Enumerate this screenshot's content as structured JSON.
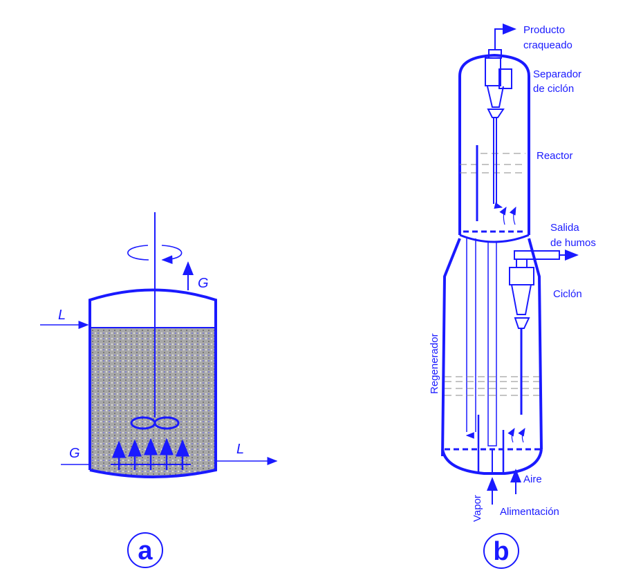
{
  "colors": {
    "ink": "#1a1aff",
    "fill": "#9a9a9a"
  },
  "panel_a": {
    "badge": "a",
    "labels": {
      "gas_out": "G",
      "liquid_in": "L",
      "gas_in": "G",
      "liquid_out": "L"
    }
  },
  "panel_b": {
    "badge": "b",
    "labels": {
      "product_line1": "Producto",
      "product_line2": "craqueado",
      "separator_line1": "Separador",
      "separator_line2": "de ciclón",
      "reactor": "Reactor",
      "flue_line1": "Salida",
      "flue_line2": "de humos",
      "cyclone": "Ciclón",
      "regenerator": "Regenerador",
      "steam": "Vapor",
      "air": "Aire",
      "feed": "Alimentación"
    }
  }
}
